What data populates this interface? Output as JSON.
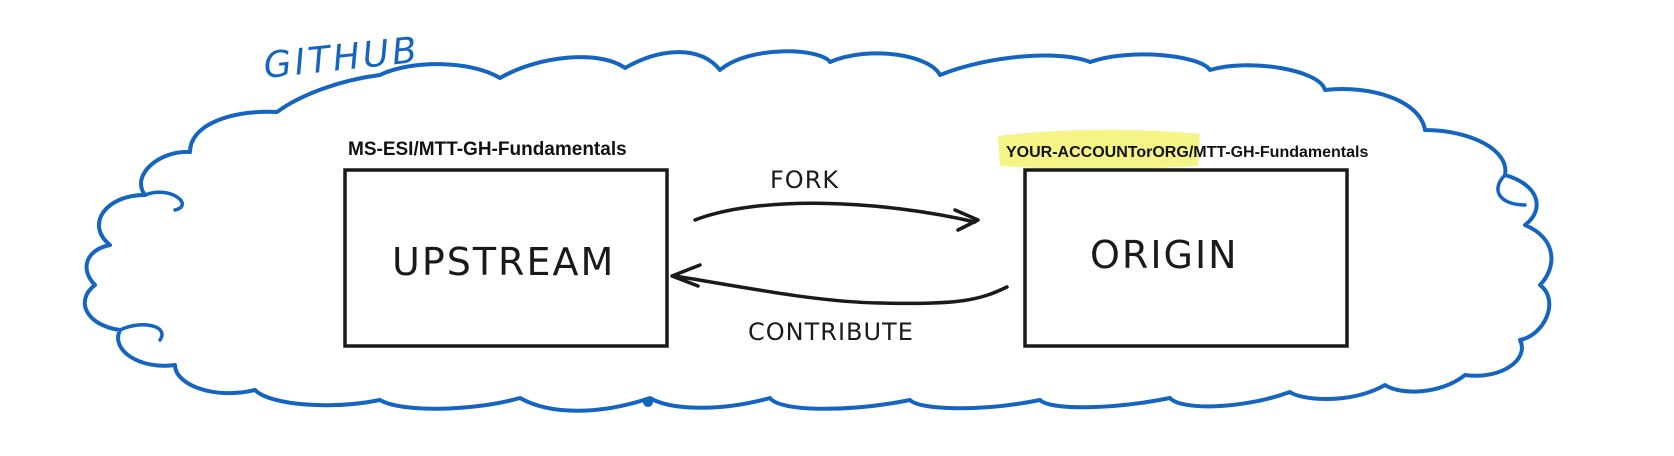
{
  "cloud": {
    "title": "GITHUB",
    "color": "#1565c0"
  },
  "upstream": {
    "repo_label": "MS-ESI/MTT-GH-Fundamentals",
    "box_label": "UPSTREAM"
  },
  "origin": {
    "repo_prefix": "YOUR-ACCOUNTorORG",
    "repo_suffix": "/MTT-GH-Fundamentals",
    "box_label": "ORIGIN",
    "highlight_color": "#f4f47a"
  },
  "arrows": {
    "fork_label": "FORK",
    "contribute_label": "CONTRIBUTE"
  }
}
